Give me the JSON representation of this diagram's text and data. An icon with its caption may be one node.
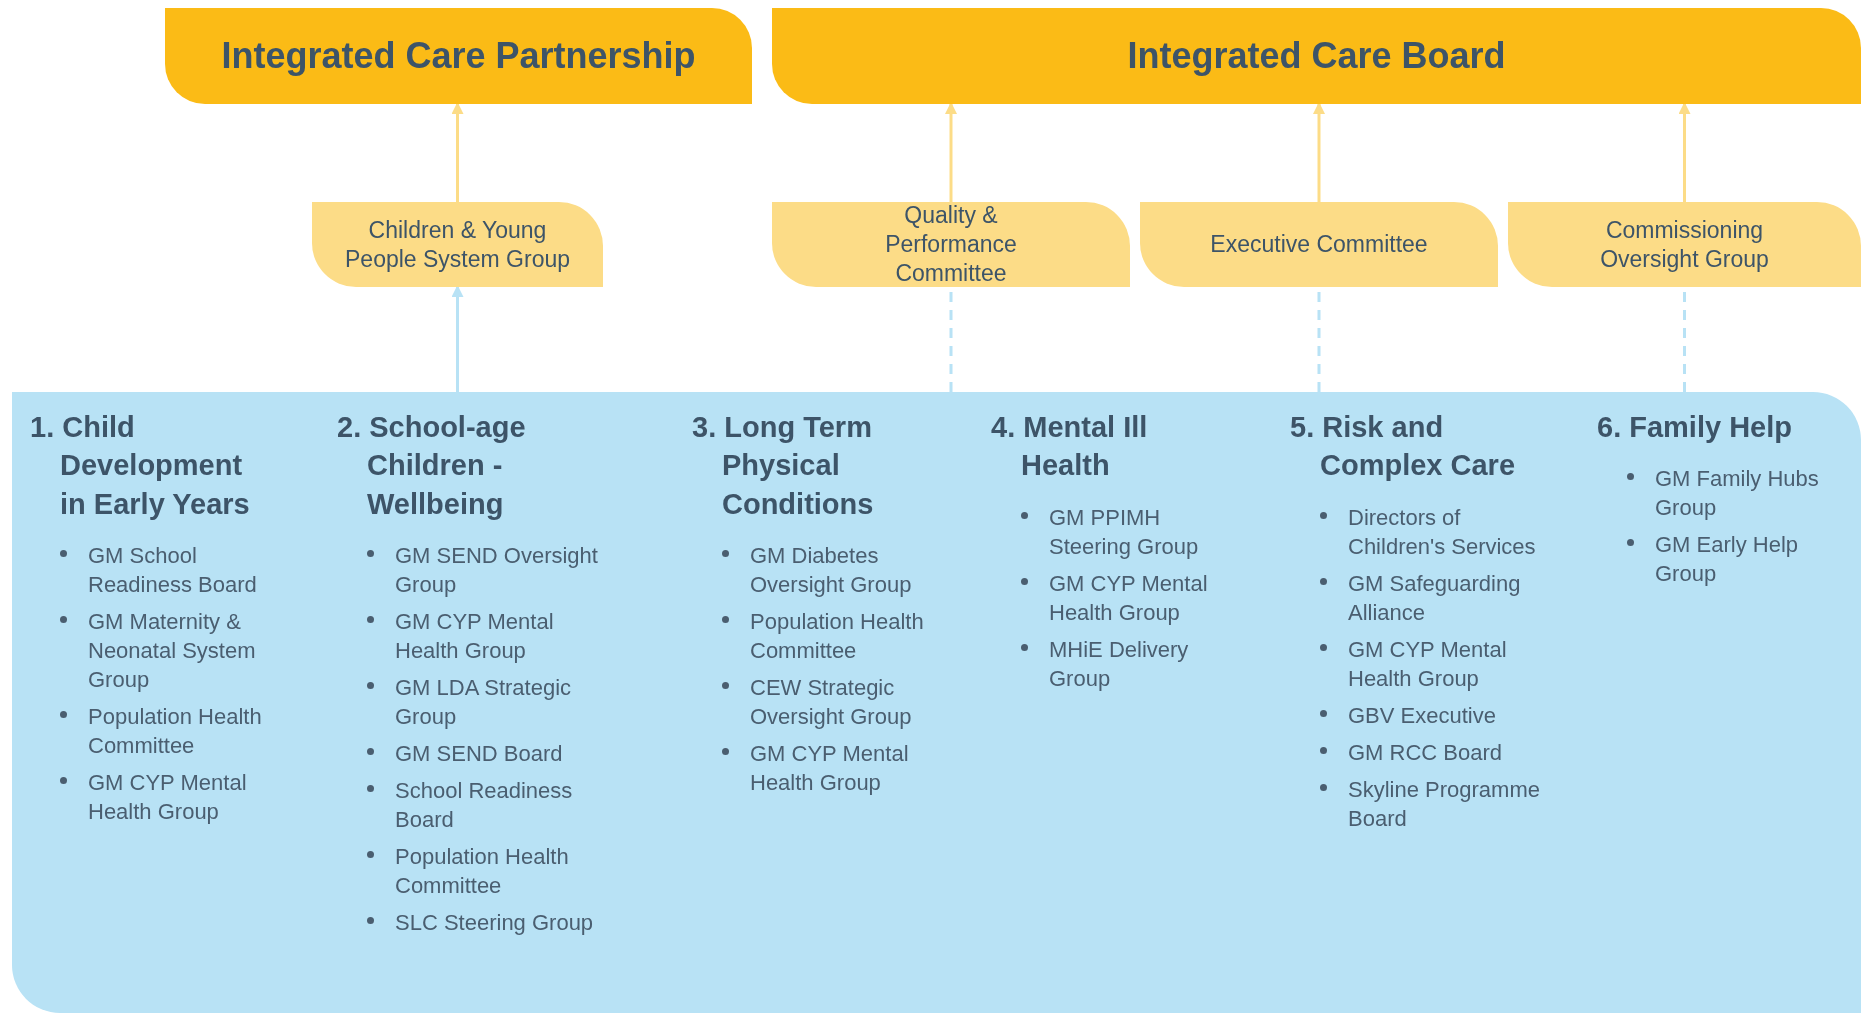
{
  "diagram": {
    "nodes": [
      {
        "text": [
          "Integrated Care Partnership"
        ]
      },
      {
        "text": [
          "Integrated Care Board"
        ]
      },
      {
        "text": [
          "Children & Young People System Group"
        ]
      },
      {
        "text": [
          "Quality & Performance Committee"
        ]
      },
      {
        "text": [
          "Executive Committee"
        ]
      },
      {
        "text": [
          "Commissioning Oversight Group"
        ]
      },
      {
        "text": [],
        "shape": "box"
      },
      {
        "text": [
          "1. Child Development in Early Years",
          "GM School Readiness Board",
          "GM Maternity & Neonatal System Group",
          "Population Health Committee",
          "GM CYP Mental Health Group"
        ],
        "in": 6
      },
      {
        "text": [
          "2. School-age Children - Wellbeing",
          "GM SEND Oversight Group",
          "GM CYP Mental Health Group",
          "GM LDA Strategic Group",
          "GM SEND Board",
          "School Readiness Board",
          "Population Health Committee",
          "SLC Steering Group"
        ],
        "in": 6
      },
      {
        "text": [
          "3. Long Term Physical Conditions",
          "GM Diabetes Oversight Group",
          "Population Health Committee",
          "CEW Strategic Oversight Group",
          "GM CYP Mental Health Group"
        ],
        "in": 6
      },
      {
        "text": [
          "4. Mental Ill Health",
          "GM PPIMH Steering Group",
          "GM CYP Mental Health Group",
          "MHiE Delivery Group"
        ],
        "in": 6
      },
      {
        "text": [
          "5. Risk and Complex Care",
          "Directors of Children's Services",
          "GM Safeguarding Alliance",
          "GM CYP Mental Health Group",
          "GBV Executive",
          "GM RCC Board",
          "Skyline Programme Board"
        ],
        "in": 6
      },
      {
        "text": [
          "6. Family Help",
          "GM Family Hubs Group",
          "GM Early Help Group"
        ],
        "in": 6
      }
    ],
    "edges": [
      {
        "from": 2,
        "to": 0,
        "arrow": "to"
      },
      {
        "from": 3,
        "to": 1,
        "arrow": "to"
      },
      {
        "from": 4,
        "to": 1,
        "arrow": "to"
      },
      {
        "from": 5,
        "to": 1,
        "arrow": "to"
      },
      {
        "from": 6,
        "to": 2,
        "arrow": "to",
        "color": "#b8e2f5"
      },
      {
        "from": 6,
        "to": 3,
        "arrow": "none",
        "style": "dashed",
        "color": "#b8e2f5"
      },
      {
        "from": 6,
        "to": 4,
        "arrow": "none",
        "style": "dashed",
        "color": "#b8e2f5"
      },
      {
        "from": 6,
        "to": 5,
        "arrow": "none",
        "style": "dashed",
        "color": "#b8e2f5"
      }
    ]
  }
}
